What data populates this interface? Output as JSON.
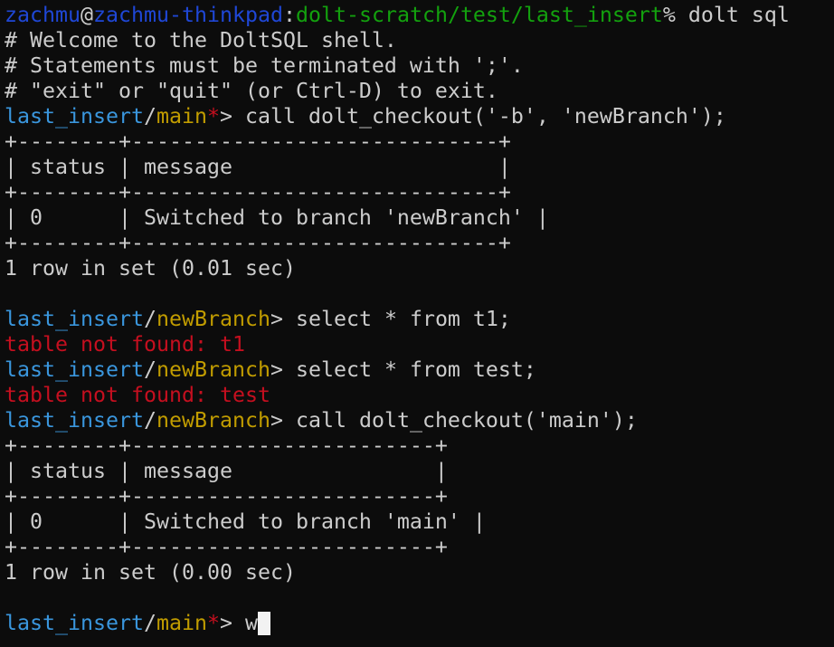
{
  "colors": {
    "background": "#0c0c0c",
    "text": "#cccccc",
    "user": "#1f47d6",
    "path": "#13a10e",
    "repo": "#3a96dd",
    "branch": "#c19c00",
    "star": "#c50f1f",
    "error": "#c50f1f",
    "cursor": "#f2f2f2"
  },
  "terminal": {
    "lines": [
      [
        [
          "user",
          "zachmu"
        ],
        [
          "text",
          "@"
        ],
        [
          "user",
          "zachmu-thinkpad"
        ],
        [
          "text",
          ":"
        ],
        [
          "path",
          "dolt-scratch/test/last_insert"
        ],
        [
          "text",
          "% dolt sql"
        ]
      ],
      [
        [
          "text",
          "# Welcome to the DoltSQL shell."
        ]
      ],
      [
        [
          "text",
          "# Statements must be terminated with ';'."
        ]
      ],
      [
        [
          "text",
          "# \"exit\" or \"quit\" (or Ctrl-D) to exit."
        ]
      ],
      [
        [
          "repo",
          "last_insert"
        ],
        [
          "text",
          "/"
        ],
        [
          "branch",
          "main"
        ],
        [
          "star",
          "*"
        ],
        [
          "text",
          "> call dolt_checkout('-b', 'newBranch');"
        ]
      ],
      [
        [
          "border",
          "+--------+-----------------------------+"
        ]
      ],
      [
        [
          "border",
          "| status | message                     |"
        ]
      ],
      [
        [
          "border",
          "+--------+-----------------------------+"
        ]
      ],
      [
        [
          "border",
          "| 0      | Switched to branch 'newBranch' |"
        ]
      ],
      [
        [
          "border",
          "+--------+-----------------------------+"
        ]
      ],
      [
        [
          "text",
          "1 row in set (0.01 sec)"
        ]
      ],
      [
        [
          "text",
          ""
        ]
      ],
      [
        [
          "repo",
          "last_insert"
        ],
        [
          "text",
          "/"
        ],
        [
          "branch",
          "newBranch"
        ],
        [
          "text",
          "> select * from t1;"
        ]
      ],
      [
        [
          "error",
          "table not found: t1"
        ]
      ],
      [
        [
          "repo",
          "last_insert"
        ],
        [
          "text",
          "/"
        ],
        [
          "branch",
          "newBranch"
        ],
        [
          "text",
          "> select * from test;"
        ]
      ],
      [
        [
          "error",
          "table not found: test"
        ]
      ],
      [
        [
          "repo",
          "last_insert"
        ],
        [
          "text",
          "/"
        ],
        [
          "branch",
          "newBranch"
        ],
        [
          "text",
          "> call dolt_checkout('main');"
        ]
      ],
      [
        [
          "border",
          "+--------+------------------------+"
        ]
      ],
      [
        [
          "border",
          "| status | message                |"
        ]
      ],
      [
        [
          "border",
          "+--------+------------------------+"
        ]
      ],
      [
        [
          "border",
          "| 0      | Switched to branch 'main' |"
        ]
      ],
      [
        [
          "border",
          "+--------+------------------------+"
        ]
      ],
      [
        [
          "text",
          "1 row in set (0.00 sec)"
        ]
      ],
      [
        [
          "text",
          ""
        ]
      ],
      [
        [
          "repo",
          "last_insert"
        ],
        [
          "text",
          "/"
        ],
        [
          "branch",
          "main"
        ],
        [
          "star",
          "*"
        ],
        [
          "text",
          "> w"
        ]
      ]
    ],
    "cursor_line": 24
  }
}
